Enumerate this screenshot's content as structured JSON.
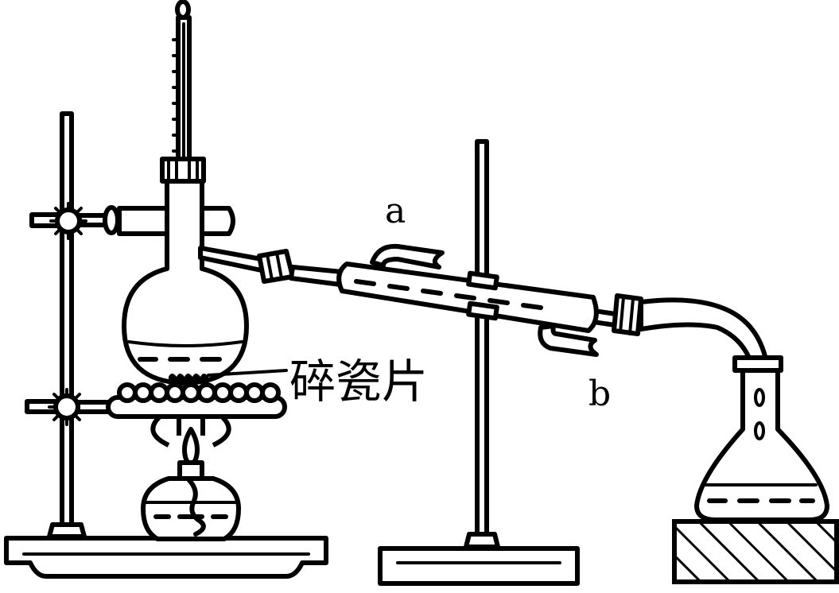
{
  "labels": {
    "inlet_a": "a",
    "outlet_b": "b",
    "boiling_chips": "碎瓷片"
  },
  "colors": {
    "ink": "#000000",
    "background": "#ffffff"
  }
}
